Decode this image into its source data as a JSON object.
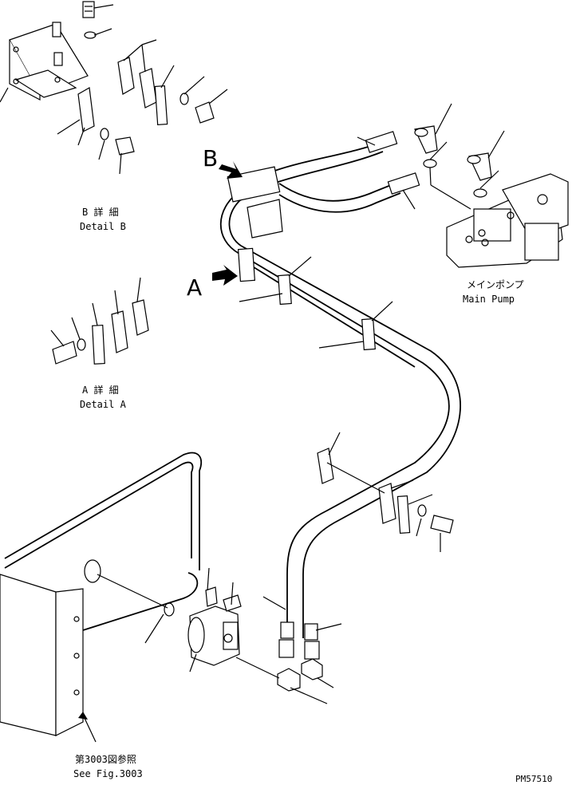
{
  "labels": {
    "detail_b_jp": "B 詳 細",
    "detail_b_en": "Detail B",
    "detail_a_jp": "A 詳 細",
    "detail_a_en": "Detail A",
    "main_pump_jp": "メインポンプ",
    "main_pump_en": "Main Pump",
    "see_fig_jp": "第3003図参照",
    "see_fig_en": "See Fig.3003",
    "arrow_a": "A",
    "arrow_b": "B",
    "drawing_number": "PM57510"
  }
}
